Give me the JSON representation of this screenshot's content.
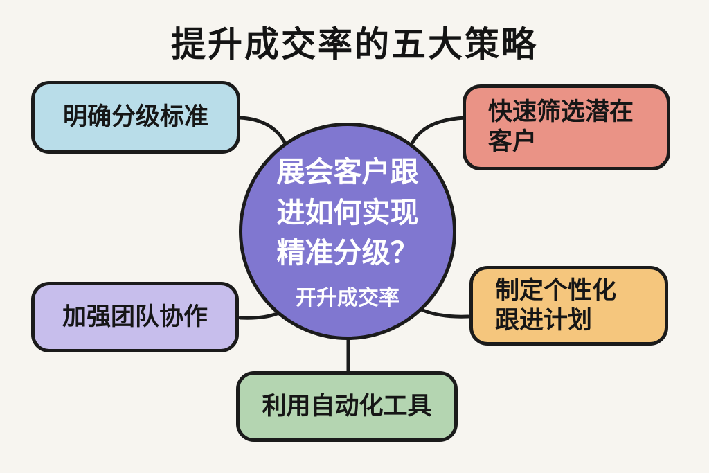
{
  "title": "提升成交率的五大策略",
  "center": {
    "lines": [
      "展会客户跟",
      "进如何实现",
      "精准分级？"
    ],
    "subtitle": "开升成交率",
    "fill": "#8077d0",
    "text_color": "#ffffff"
  },
  "nodes": [
    {
      "name": "define-grading-criteria",
      "lines": [
        "明确分级标准"
      ],
      "fill": "#b9dde9"
    },
    {
      "name": "quick-screen-potential-customers",
      "lines": [
        "快速筛选潜在",
        "客户"
      ],
      "fill": "#ea9386"
    },
    {
      "name": "strengthen-team-collaboration",
      "lines": [
        "加强团队协作"
      ],
      "fill": "#c7beec"
    },
    {
      "name": "personalized-follow-up-plan",
      "lines": [
        "制定个性化",
        "跟进计划"
      ],
      "fill": "#f5c67d"
    },
    {
      "name": "use-automation-tools",
      "lines": [
        "利用自动化工具"
      ],
      "fill": "#b4d5b1"
    }
  ],
  "colors": {
    "background": "#f7f5f0",
    "outline": "#1b1b1b",
    "box_text": "#161616"
  }
}
